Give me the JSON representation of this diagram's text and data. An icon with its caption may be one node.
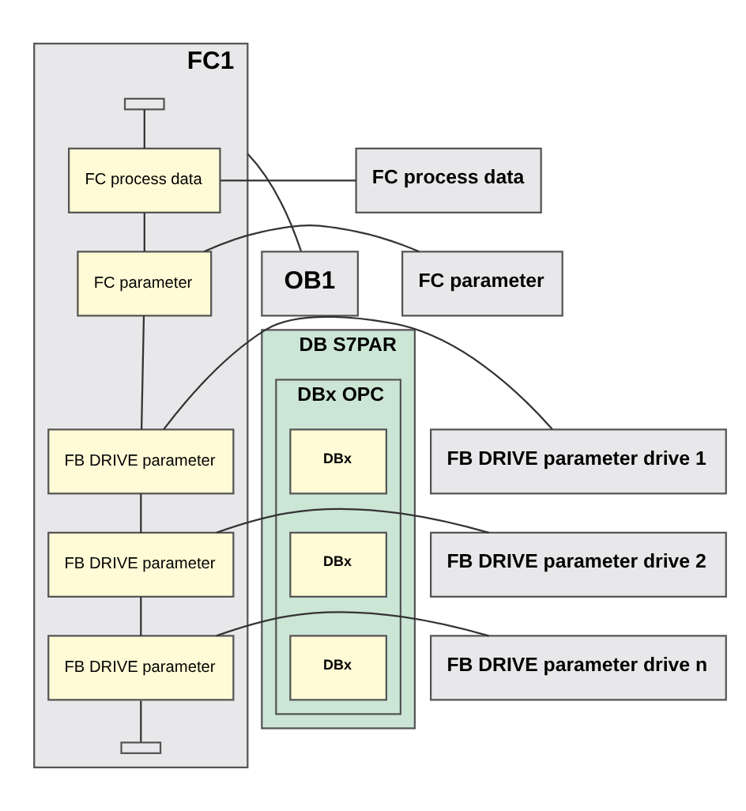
{
  "diagram": {
    "nodes": [
      {
        "text": [
          "OB1"
        ]
      },
      {
        "text": [
          "FC1"
        ]
      },
      {
        "text": [],
        "shape": "box",
        "in": 1
      },
      {
        "text": [
          "FC process data"
        ],
        "in": 1
      },
      {
        "text": [
          "FC parameter"
        ],
        "in": 1
      },
      {
        "text": [
          "FB DRIVE parameter"
        ],
        "in": 1
      },
      {
        "text": [
          "FB DRIVE parameter"
        ],
        "in": 1
      },
      {
        "text": [
          "FB DRIVE parameter"
        ],
        "in": 1
      },
      {
        "text": [],
        "shape": "box",
        "in": 1
      },
      {
        "text": [
          "FC process data"
        ]
      },
      {
        "text": [
          "FC parameter"
        ]
      },
      {
        "text": [
          "DB S7PAR"
        ]
      },
      {
        "text": [
          "DBx OPC"
        ],
        "in": 11
      },
      {
        "text": [
          "DBx"
        ],
        "in": 12
      },
      {
        "text": [
          "FB DRIVE parameter drive 1"
        ]
      },
      {
        "text": [
          "DBx"
        ],
        "in": 12
      },
      {
        "text": [
          "FB DRIVE parameter drive 2"
        ]
      },
      {
        "text": [
          "DBx"
        ],
        "in": 12
      },
      {
        "text": [
          "FB DRIVE parameter drive n"
        ]
      }
    ],
    "edges": [
      {
        "from": 0,
        "to": 1,
        "arrow": "none"
      },
      {
        "from": 2,
        "to": 3,
        "arrow": "none"
      },
      {
        "from": 3,
        "to": 4,
        "arrow": "none"
      },
      {
        "from": 4,
        "to": 5,
        "arrow": "none"
      },
      {
        "from": 5,
        "to": 6,
        "arrow": "none"
      },
      {
        "from": 6,
        "to": 7,
        "arrow": "none"
      },
      {
        "from": 7,
        "to": 8,
        "arrow": "none"
      },
      {
        "from": 3,
        "to": 9,
        "arrow": "none"
      },
      {
        "from": 4,
        "to": 10,
        "arrow": "none"
      },
      {
        "from": 5,
        "to": 14,
        "arrow": "none"
      },
      {
        "from": 6,
        "to": 16,
        "arrow": "none"
      },
      {
        "from": 7,
        "to": 18,
        "arrow": "none"
      }
    ]
  }
}
